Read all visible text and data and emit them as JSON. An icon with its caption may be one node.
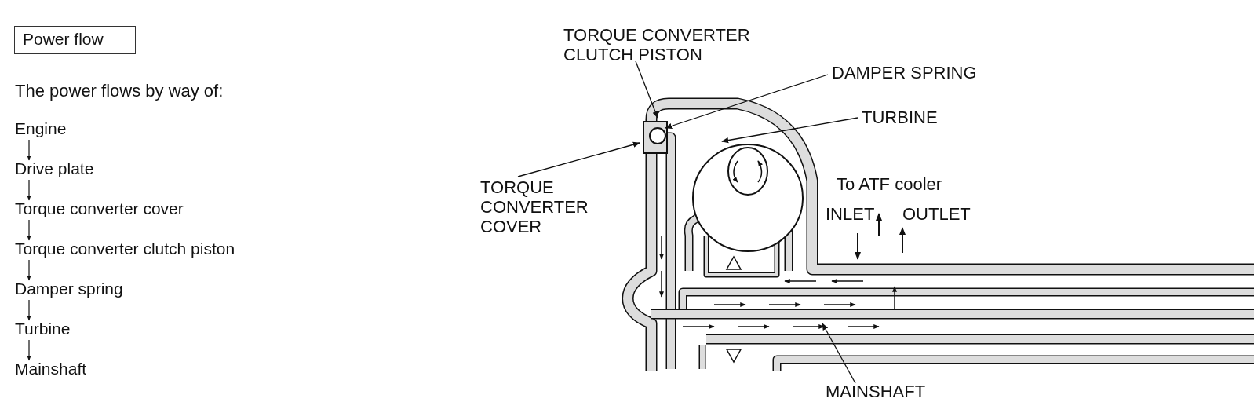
{
  "diagram": {
    "title": "Power flow",
    "nodes": [
      {
        "text": [
          "Engine"
        ]
      },
      {
        "text": [
          "Drive plate"
        ]
      },
      {
        "text": [
          "Torque converter cover"
        ]
      },
      {
        "text": [
          "Torque converter clutch piston"
        ]
      },
      {
        "text": [
          "Damper spring"
        ]
      },
      {
        "text": [
          "Turbine"
        ]
      },
      {
        "text": [
          "Mainshaft"
        ]
      },
      {
        "text": [
          "TORQUE CONVERTER CLUTCH PISTON"
        ]
      },
      {
        "text": [
          "DAMPER SPRING"
        ]
      },
      {
        "text": [
          "TURBINE"
        ]
      },
      {
        "text": [
          "TORQUE CONVERTER COVER"
        ]
      },
      {
        "text": [
          "MAINSHAFT"
        ]
      }
    ],
    "edges": [
      {
        "from": 0,
        "to": 1,
        "arrow": "to"
      },
      {
        "from": 1,
        "to": 2,
        "arrow": "to"
      },
      {
        "from": 2,
        "to": 3,
        "arrow": "to"
      },
      {
        "from": 3,
        "to": 4,
        "arrow": "to"
      },
      {
        "from": 4,
        "to": 5,
        "arrow": "to"
      },
      {
        "from": 5,
        "to": 6,
        "arrow": "to"
      },
      {
        "from": 7,
        "to": null,
        "arrow": "to"
      },
      {
        "from": 8,
        "to": null,
        "arrow": "to"
      },
      {
        "from": 9,
        "to": null,
        "arrow": "to"
      },
      {
        "from": 10,
        "to": null,
        "arrow": "to"
      },
      {
        "from": 11,
        "to": null,
        "arrow": "to"
      }
    ],
    "labels": [
      "The power flows by way of:",
      "To ATF cooler",
      "INLET",
      "OUTLET"
    ]
  }
}
